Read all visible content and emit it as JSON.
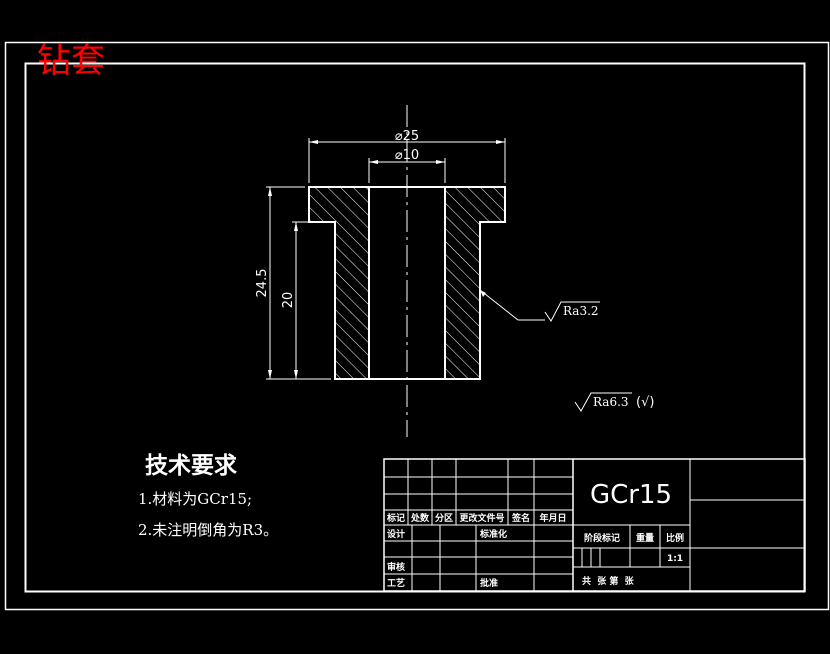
{
  "drawing": {
    "title_label": "钻套",
    "colors": {
      "background": "#000000",
      "lines": "#ffffff",
      "title": "#ff0000"
    }
  },
  "dimensions": {
    "outer_diameter": "⌀25",
    "inner_diameter": "⌀10",
    "total_height": "24.5",
    "body_height": "20"
  },
  "surface_finish": {
    "local": "Ra3.2",
    "general": "Ra6.3",
    "general_suffix": "(√)"
  },
  "tech_requirements": {
    "heading": "技术要求",
    "items": [
      "1.材料为GCr15;",
      "2.未注明倒角为R3。"
    ]
  },
  "title_block": {
    "material": "GCr15",
    "rev_headers": [
      "标记",
      "处数",
      "分区",
      "更改文件号",
      "签名",
      "年月日"
    ],
    "design": "设计",
    "standardization": "标准化",
    "stage_mark": "阶段标记",
    "weight": "重量",
    "scale": "比例",
    "scale_value": "1:1",
    "review": "审核",
    "process": "工艺",
    "approve": "批准",
    "sheet_info": "共  张 第  张"
  }
}
